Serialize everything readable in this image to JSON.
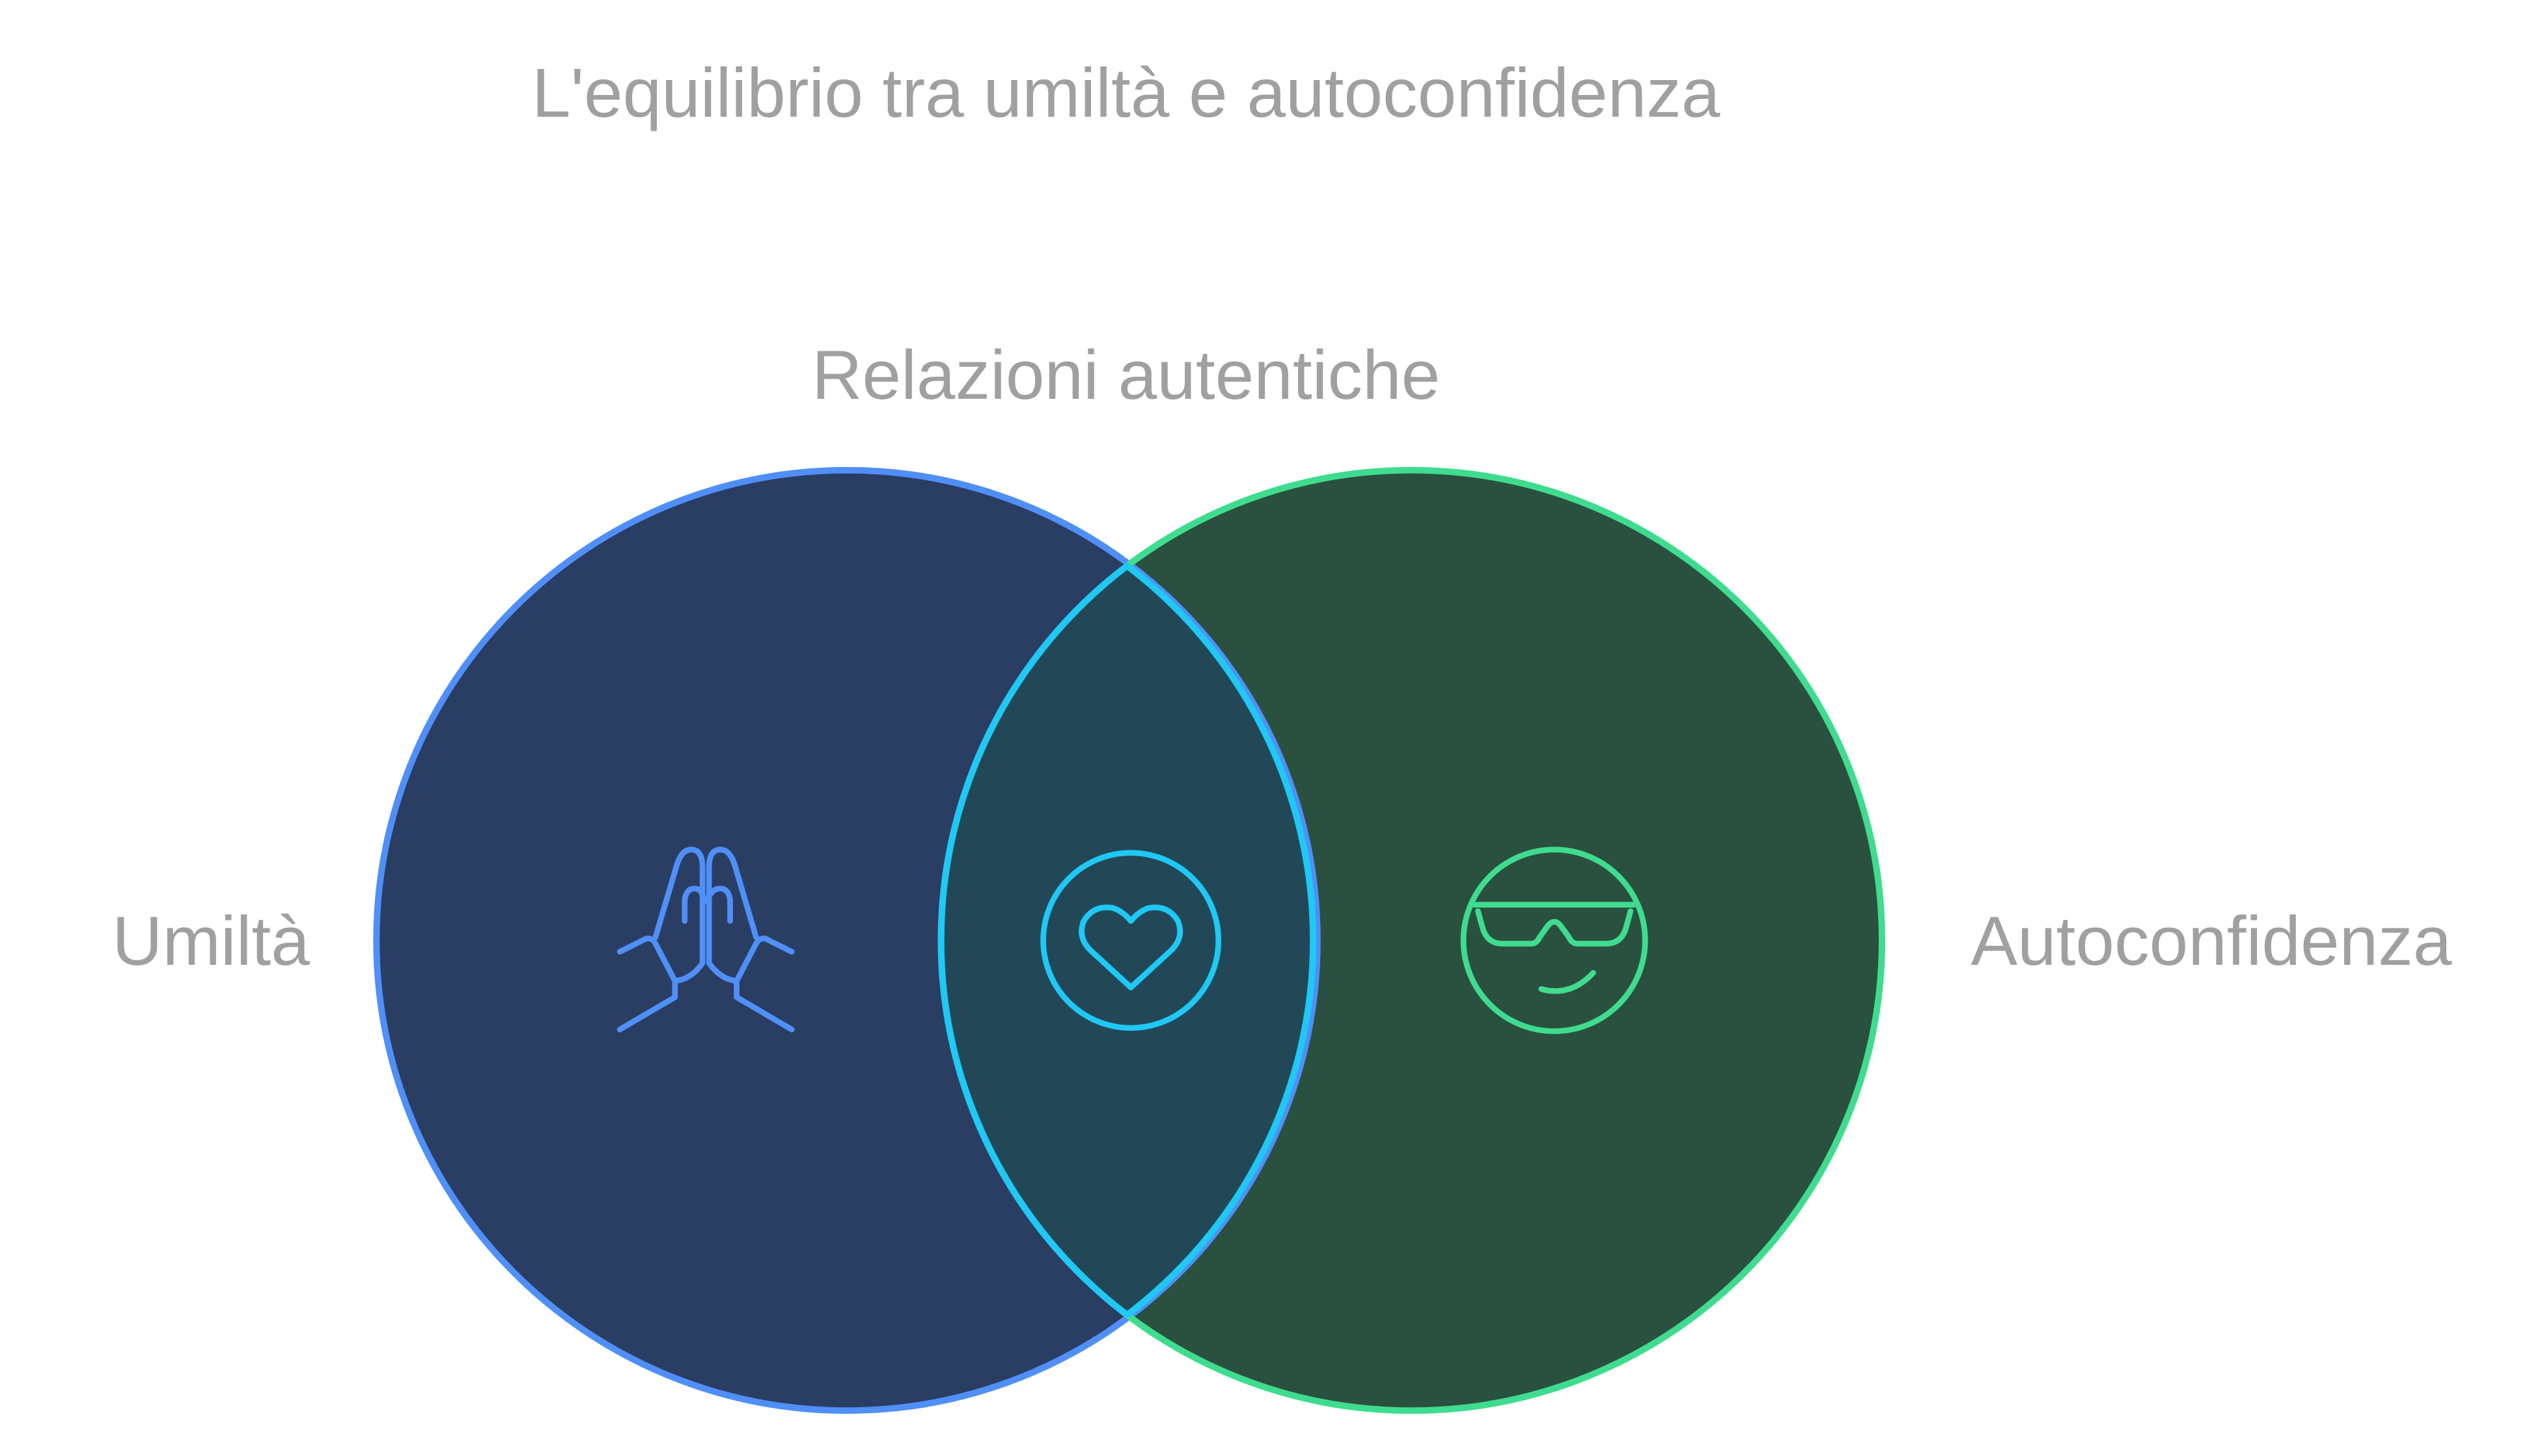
{
  "title": "L'equilibrio tra umiltà e autoconfidenza",
  "intersection_label": "Relazioni autentiche",
  "left_set": {
    "label": "Umiltà",
    "icon": "praying-hands-icon"
  },
  "right_set": {
    "label": "Autoconfidenza",
    "icon": "sunglasses-face-icon"
  },
  "intersection_icon": "heart-circle-icon",
  "colors": {
    "left_fill": "#2a3d63",
    "left_stroke": "#4f8ff7",
    "right_fill": "#2a503f",
    "right_stroke": "#3fdc8f",
    "overlap_fill": "#224858",
    "overlap_stroke": "#1fc8f5",
    "text": "#a0a0a0"
  }
}
